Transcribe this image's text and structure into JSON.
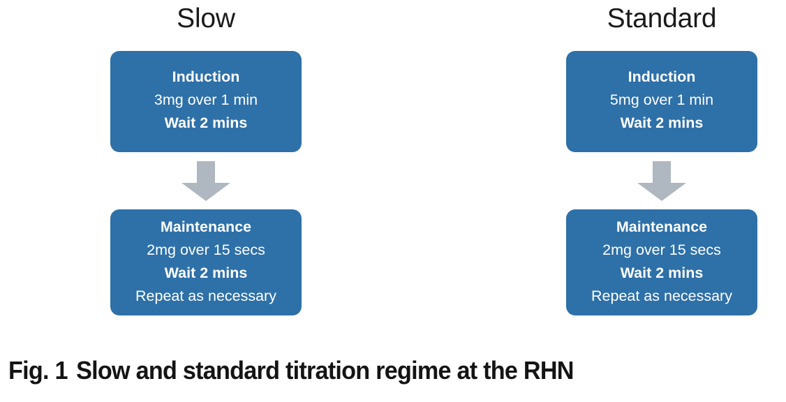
{
  "figure": {
    "caption_label": "Fig. 1",
    "caption_text": "Slow and standard titration regime at the RHN",
    "colors": {
      "node_blue": "#2E70A8",
      "arrow_gray": "#AFB7C0",
      "text_white": "#FFFFFF",
      "text_black": "#1A1A1A",
      "background": "#FFFFFF"
    }
  },
  "columns": [
    {
      "key": "slow",
      "title": "Slow",
      "arrow_icon": "arrow-down-icon",
      "nodes": [
        {
          "key": "induction",
          "lines": [
            {
              "text": "Induction",
              "bold": true
            },
            {
              "text": "3mg over 1 min",
              "bold": false
            },
            {
              "text": "Wait 2 mins",
              "bold": true
            }
          ]
        },
        {
          "key": "maintenance",
          "lines": [
            {
              "text": "Maintenance",
              "bold": true
            },
            {
              "text": "2mg over 15 secs",
              "bold": false
            },
            {
              "text": "Wait 2 mins",
              "bold": true
            },
            {
              "text": "Repeat as necessary",
              "bold": false
            }
          ]
        }
      ]
    },
    {
      "key": "standard",
      "title": "Standard",
      "arrow_icon": "arrow-down-icon",
      "nodes": [
        {
          "key": "induction",
          "lines": [
            {
              "text": "Induction",
              "bold": true
            },
            {
              "text": "5mg over 1 min",
              "bold": false
            },
            {
              "text": "Wait 2 mins",
              "bold": true
            }
          ]
        },
        {
          "key": "maintenance",
          "lines": [
            {
              "text": "Maintenance",
              "bold": true
            },
            {
              "text": "2mg over 15 secs",
              "bold": false
            },
            {
              "text": "Wait 2 mins",
              "bold": true
            },
            {
              "text": "Repeat as necessary",
              "bold": false
            }
          ]
        }
      ]
    }
  ]
}
